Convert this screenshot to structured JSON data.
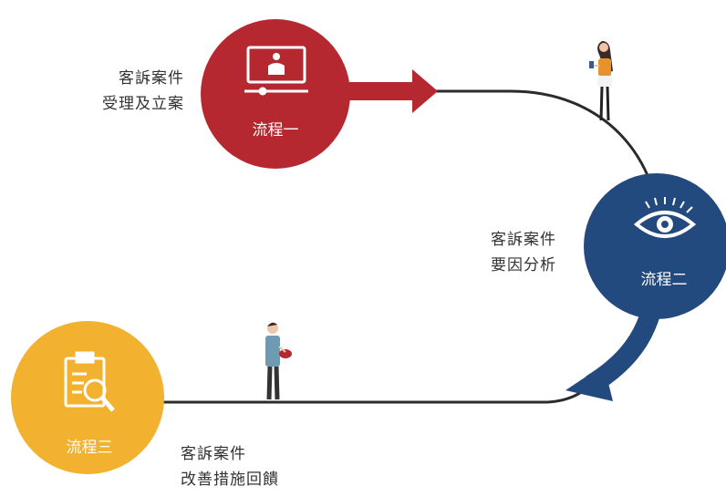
{
  "steps": [
    {
      "label": "流程一",
      "caption_line1": "客訴案件",
      "caption_line2": "受理及立案",
      "color": "#b5282f",
      "icon": "presenter-monitor-icon"
    },
    {
      "label": "流程二",
      "caption_line1": "客訴案件",
      "caption_line2": "要因分析",
      "color": "#234a7e",
      "icon": "eye-icon"
    },
    {
      "label": "流程三",
      "caption_line1": "客訴案件",
      "caption_line2": "改善措施回饋",
      "color": "#f2b12e",
      "icon": "clipboard-magnifier-icon"
    }
  ],
  "path_color": "#2b2b2b"
}
